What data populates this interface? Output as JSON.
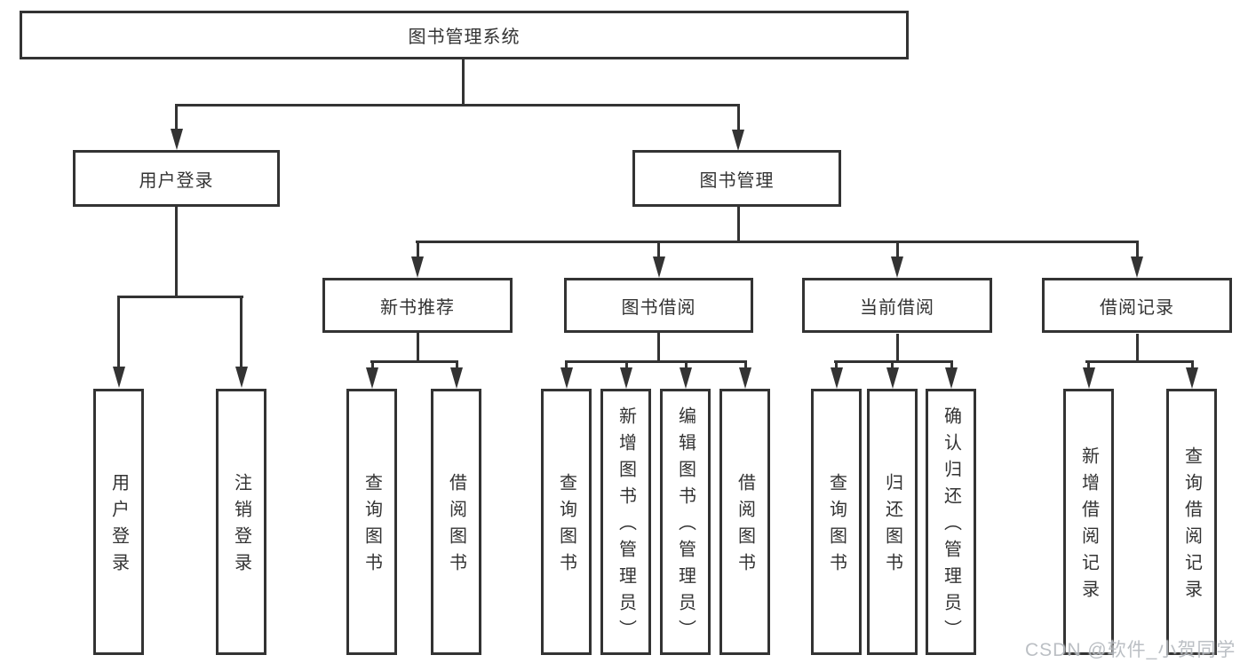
{
  "diagram": {
    "title": "图书管理系统",
    "branches": [
      {
        "label": "用户登录",
        "children": [
          {
            "label": "用户登录"
          },
          {
            "label": "注销登录"
          }
        ]
      },
      {
        "label": "图书管理",
        "children": [
          {
            "label": "新书推荐",
            "children": [
              {
                "label": "查询图书"
              },
              {
                "label": "借阅图书"
              }
            ]
          },
          {
            "label": "图书借阅",
            "children": [
              {
                "label": "查询图书"
              },
              {
                "label": "新增图书（管理员）"
              },
              {
                "label": "编辑图书（管理员）"
              },
              {
                "label": "借阅图书"
              }
            ]
          },
          {
            "label": "当前借阅",
            "children": [
              {
                "label": "查询图书"
              },
              {
                "label": "归还图书"
              },
              {
                "label": "确认归还（管理员）"
              }
            ]
          },
          {
            "label": "借阅记录",
            "children": [
              {
                "label": "新增借阅记录"
              },
              {
                "label": "查询借阅记录"
              }
            ]
          }
        ]
      }
    ]
  },
  "watermark": "CSDN @软件_小贺同学",
  "colors": {
    "line": "#333333",
    "text": "#333333",
    "watermark": "#b4b9be"
  }
}
